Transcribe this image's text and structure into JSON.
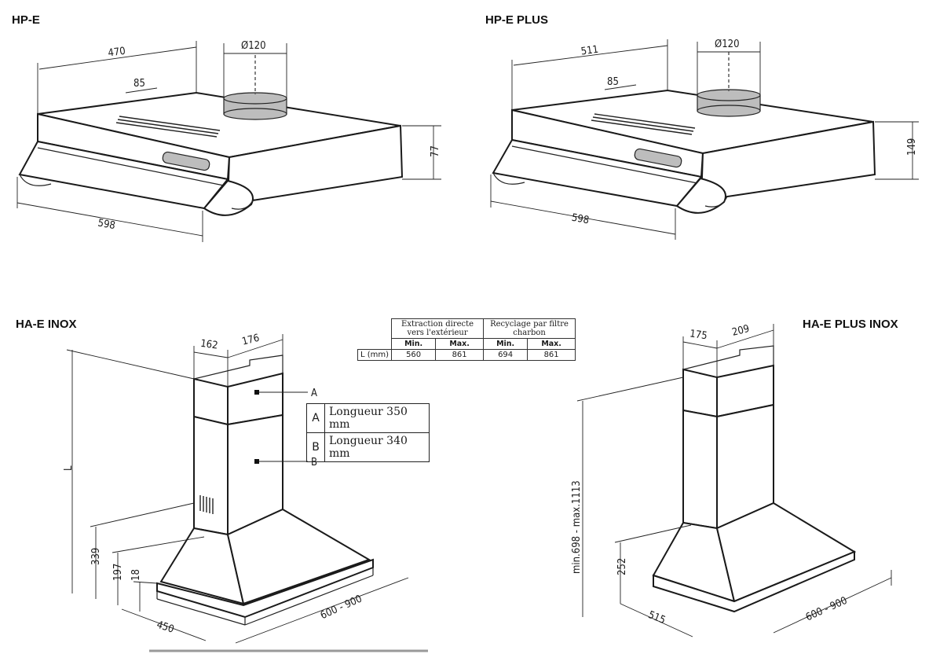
{
  "titles": {
    "hpe": "HP-E",
    "hpe_plus": "HP-E PLUS",
    "hae_inox": "HA-E INOX",
    "hae_plus_inox": "HA-E PLUS INOX"
  },
  "hpe": {
    "depth": "470",
    "duct": "Ø120",
    "offset": "85",
    "width": "598",
    "height": "77"
  },
  "hpe_plus": {
    "depth": "511",
    "duct": "Ø120",
    "offset": "85",
    "width": "598",
    "height": "149"
  },
  "hae_inox": {
    "chimney_w": "162",
    "chimney_d": "176",
    "length_label": "L",
    "h339": "339",
    "h197": "197",
    "h18": "18",
    "depth": "450",
    "width": "600 - 900",
    "marker_a": "A",
    "marker_b": "B"
  },
  "hae_plus_inox": {
    "chimney_w": "175",
    "chimney_d": "209",
    "height_range": "min.698 - max.1113",
    "h252": "252",
    "depth": "515",
    "width": "600 - 900"
  },
  "length_table": {
    "header_direct": "Extraction directe vers l'extérieur",
    "header_recycle": "Recyclage par filtre charbon",
    "min": "Min.",
    "max": "Max.",
    "row_label": "L (mm)",
    "values": [
      "560",
      "861",
      "694",
      "861"
    ]
  },
  "legend": [
    {
      "key": "A",
      "text": "Longueur 350 mm"
    },
    {
      "key": "B",
      "text": "Longueur 340 mm"
    }
  ]
}
